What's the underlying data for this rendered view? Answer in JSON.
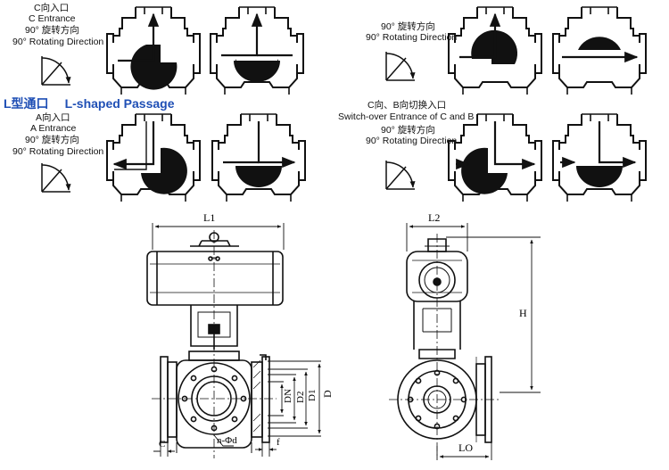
{
  "labels": {
    "c_entrance_cn": "C向入口",
    "c_entrance_en": "C Entrance",
    "rot_cn_1": "90°  旋转方向",
    "rot_en_1": "90° Rotating Direction",
    "rot_cn_2": "90°  旋转方向",
    "rot_en_2": "90° Rotating Direction",
    "a_entrance_cn": "A向入口",
    "a_entrance_en": "A Entrance",
    "rot_cn_3": "90°  旋转方向",
    "rot_en_3": "90° Rotating Direction",
    "switch_cn": "C向、B向切换入口",
    "switch_en": "Switch-over Entrance of C and B",
    "rot_cn_4": "90°  旋转方向",
    "rot_en_4": "90° Rotating Direction"
  },
  "heading": {
    "cn": "L型通口",
    "en": "L-shaped  Passage"
  },
  "dimensions": {
    "l1": "L1",
    "l2": "L2",
    "h": "H",
    "d": "D",
    "d1": "D1",
    "d2": "D2",
    "dn": "DN",
    "holes": "n-Φd",
    "c": "C",
    "f": "f",
    "lo": "LO"
  },
  "colors": {
    "line": "#111111",
    "heading": "#1f4fb5"
  }
}
